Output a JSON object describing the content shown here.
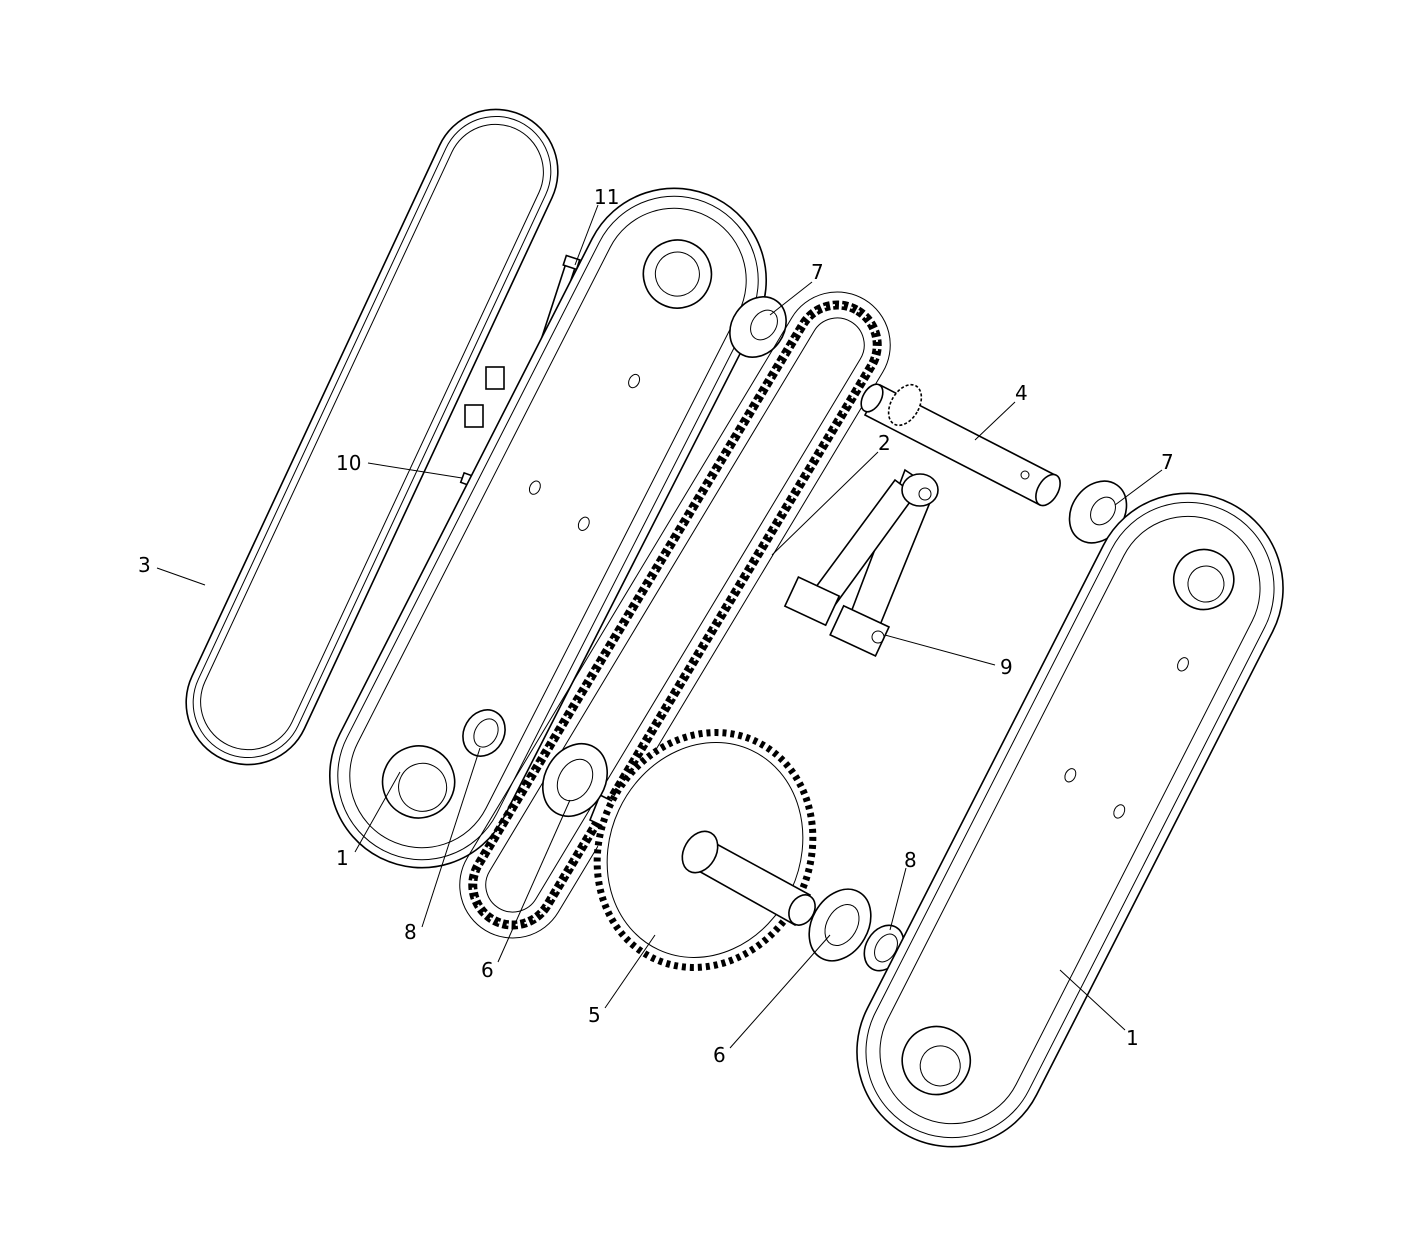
{
  "diagram": {
    "type": "exploded parts drawing",
    "callouts": [
      {
        "id": "label-11",
        "text": "11"
      },
      {
        "id": "label-7-top",
        "text": "7"
      },
      {
        "id": "label-4",
        "text": "4"
      },
      {
        "id": "label-7-right",
        "text": "7"
      },
      {
        "id": "label-2",
        "text": "2"
      },
      {
        "id": "label-10",
        "text": "10"
      },
      {
        "id": "label-3",
        "text": "3"
      },
      {
        "id": "label-9",
        "text": "9"
      },
      {
        "id": "label-1-left",
        "text": "1"
      },
      {
        "id": "label-8-left",
        "text": "8"
      },
      {
        "id": "label-6-left",
        "text": "6"
      },
      {
        "id": "label-5",
        "text": "5"
      },
      {
        "id": "label-6-right",
        "text": "6"
      },
      {
        "id": "label-8-right",
        "text": "8"
      },
      {
        "id": "label-1-right",
        "text": "1"
      }
    ]
  }
}
